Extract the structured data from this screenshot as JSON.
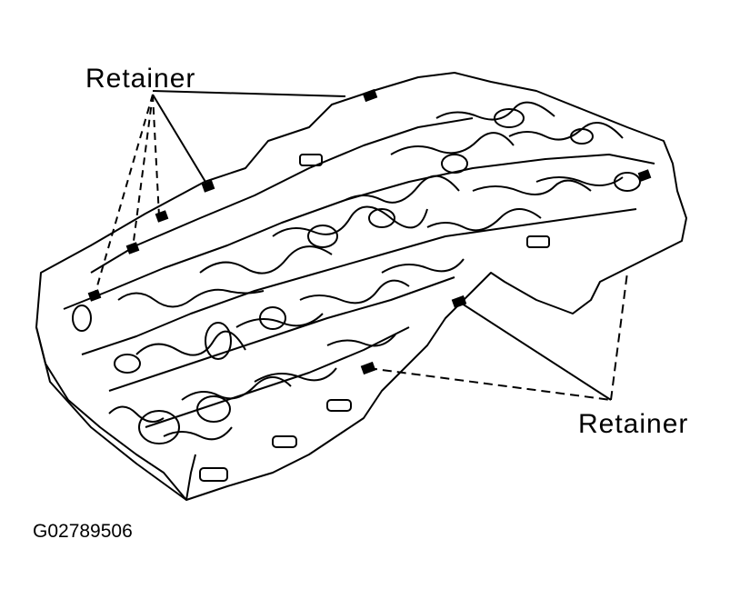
{
  "diagram": {
    "callouts": {
      "top": "Retainer",
      "bottom": "Retainer"
    },
    "figure_id": "G02789506",
    "colors": {
      "ink": "#000000",
      "background": "#ffffff"
    }
  }
}
